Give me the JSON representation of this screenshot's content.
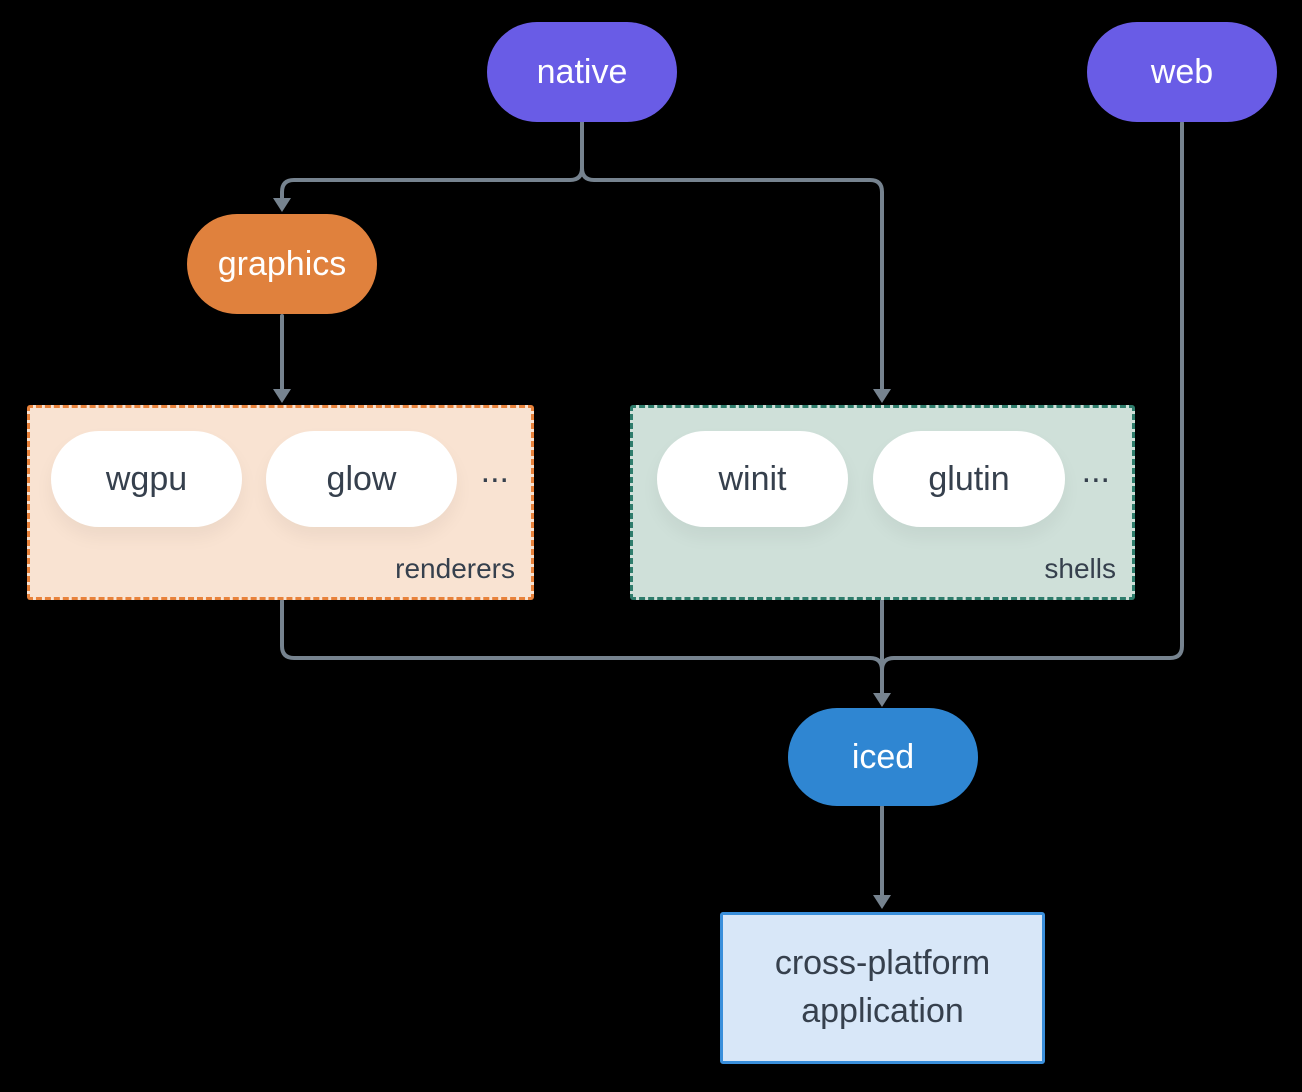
{
  "colors": {
    "background": "#000000",
    "node_purple": "#695CE6",
    "node_orange": "#E0813D",
    "node_blue": "#2F86D2",
    "pill_white": "#FFFFFF",
    "renderers_fill": "#F9E3D2",
    "renderers_border": "#E8823B",
    "shells_fill": "#CFE0D9",
    "shells_border": "#2F7D6C",
    "app_fill": "#D8E7F8",
    "app_border": "#3A8FDB",
    "connector": "#76838F",
    "text_dark": "#36404D",
    "text_light": "#FFFFFF"
  },
  "nodes": {
    "native": "native",
    "web": "web",
    "graphics": "graphics",
    "iced": "iced",
    "application": "cross-platform application"
  },
  "groups": {
    "renderers": {
      "label": "renderers",
      "items": [
        "wgpu",
        "glow"
      ],
      "more": "..."
    },
    "shells": {
      "label": "shells",
      "items": [
        "winit",
        "glutin"
      ],
      "more": "..."
    }
  }
}
